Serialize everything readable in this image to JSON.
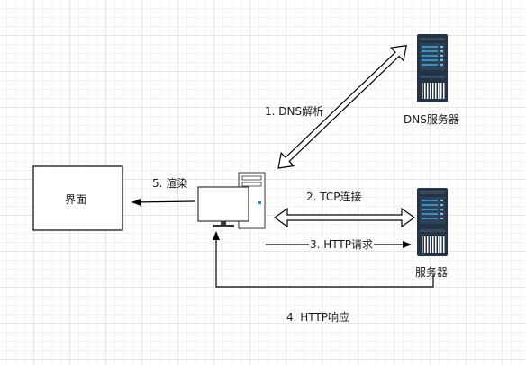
{
  "nodes": {
    "ui_box": {
      "label": "界面"
    },
    "dns_server": {
      "label": "DNS服务器"
    },
    "server": {
      "label": "服务器"
    }
  },
  "edges": {
    "dns_resolve": {
      "label": "1. DNS解析"
    },
    "tcp_connect": {
      "label": "2. TCP连接"
    },
    "http_request": {
      "label": "3. HTTP请求"
    },
    "http_response": {
      "label": "4. HTTP响应"
    },
    "render": {
      "label": "5. 渲染"
    }
  },
  "colors": {
    "server_body": "#243447",
    "server_panel": "#3a8fc0",
    "line": "#000000"
  }
}
